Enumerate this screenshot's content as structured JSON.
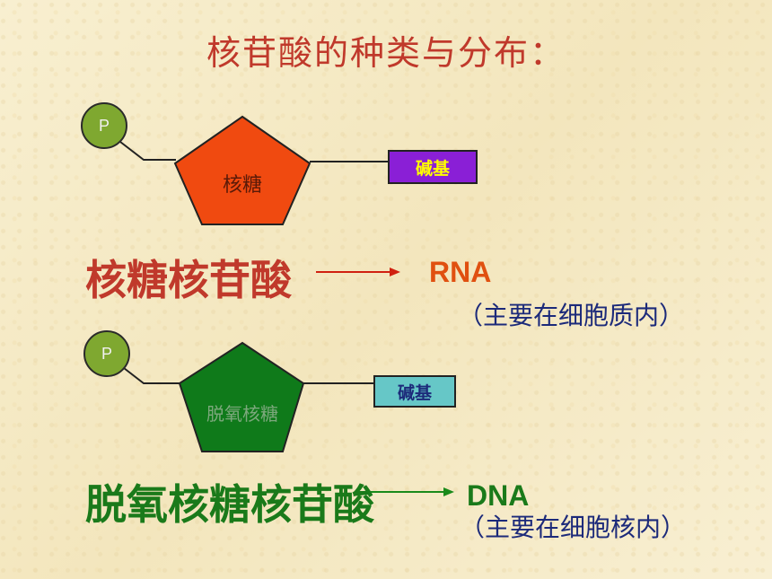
{
  "title": "核苷酸的种类与分布：",
  "rna_unit": {
    "phosphate_label": "P",
    "sugar_label": "核糖",
    "base_label": "碱基",
    "nucleotide_name": "核糖核苷酸",
    "nucleic_acid": "RNA",
    "location": "（主要在细胞质内）",
    "colors": {
      "phosphate": "#7fa830",
      "sugar": "#f04a10",
      "base": "#8a1fd6",
      "name": "#c0392b",
      "acid": "#e05010",
      "location": "#1c2a7a",
      "base_text": "#ffff00"
    }
  },
  "dna_unit": {
    "phosphate_label": "P",
    "sugar_label": "脱氧核糖",
    "base_label": "碱基",
    "nucleotide_name": "脱氧核糖核苷酸",
    "nucleic_acid": "DNA",
    "location": "（主要在细胞核内）",
    "colors": {
      "phosphate": "#7fa830",
      "sugar": "#0f7a1a",
      "base": "#66c7c7",
      "name": "#1a7a1a",
      "acid": "#1a7a1a",
      "location": "#1c2a7a",
      "base_text": "#1c2a7a"
    }
  }
}
